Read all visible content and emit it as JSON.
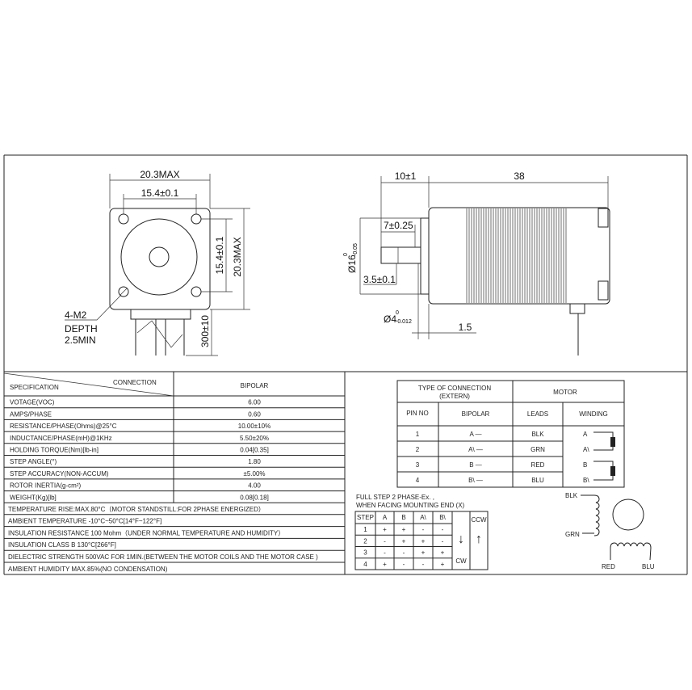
{
  "front_view": {
    "width_max": "20.3MAX",
    "hole_spacing_h": "15.4±0.1",
    "hole_spacing_v": "15.4±0.1",
    "height_max": "20.3MAX",
    "lead_length": "300±10",
    "mount_holes": [
      "4-M2",
      "DEPTH",
      "2.5MIN"
    ]
  },
  "side_view": {
    "shaft_length": "10±1",
    "body_length": "38",
    "flat_length": "7±0.25",
    "flat_depth": "3.5±0.1",
    "boss_dia": "Ø16",
    "boss_tol_upper": "0",
    "boss_tol_lower": "-0.05",
    "shaft_dia": "Ø4",
    "shaft_tol_upper": "0",
    "shaft_tol_lower": "-0.012",
    "boss_height": "1.5"
  },
  "spec_table": {
    "header_left": "SPECIFICATION",
    "header_diag": "CONNECTION",
    "header_right": "BIPOLAR",
    "rows": [
      [
        "VOTAGE(VOC)",
        "6.00"
      ],
      [
        "AMPS/PHASE",
        "0.60"
      ],
      [
        "RESISTANCE/PHASE(Ohms)@25°C",
        "10.00±10%"
      ],
      [
        "INDUCTANCE/PHASE(mH)@1KHz",
        "5.50±20%"
      ],
      [
        "HOLDING TORQUE(Nm)[lb-in]",
        "0.04[0.35]"
      ],
      [
        "STEP ANGLE(°)",
        "1.80"
      ],
      [
        "STEP ACCURACY(NON-ACCUM)",
        "±5.00%"
      ],
      [
        "ROTOR INERTIA(g-cm²)",
        "4.00"
      ],
      [
        "WEIGHT(Kg)[lb]",
        "0.08[0.18]"
      ]
    ],
    "notes": [
      "TEMPERATURE RISE:MAX.80°C（MOTOR STANDSTILL:FOR 2PHASE ENERGIZED）",
      "AMBIENT TEMPERATURE -10°C~50°C[14°F~122°F]",
      "INSULATION RESISTANCE 100 Mohm（UNDER NORMAL TEMPERATURE AND HUMIDITY）",
      "INSULATION CLASS B 130°C[266°F]",
      "DIELECTRIC STRENGTH 500VAC FOR 1MIN.(BETWEEN THE MOTOR COILS AND THE MOTOR CASE )",
      "AMBIENT HUMIDITY MAX.85%(NO CONDENSATION)"
    ]
  },
  "connection_table": {
    "type_header": "TYPE OF CONNECTION",
    "type_sub": "(EXTERN)",
    "motor_header": "MOTOR",
    "cols": [
      "PIN NO",
      "BIPOLAR",
      "LEADS",
      "WINDING"
    ],
    "rows": [
      [
        "1",
        "A —",
        "BLK",
        "A"
      ],
      [
        "2",
        "A\\ —",
        "GRN",
        "A\\"
      ],
      [
        "3",
        "B —",
        "RED",
        "B"
      ],
      [
        "4",
        "B\\ —",
        "BLU",
        "B\\"
      ]
    ]
  },
  "step_table": {
    "caption1": "FULL STEP  2 PHASE-Ex. ,",
    "caption2": "WHEN FACING MOUNTING END (X)",
    "cols": [
      "STEP",
      "A",
      "B",
      "A\\",
      "B\\"
    ],
    "rows": [
      [
        "1",
        "+",
        "+",
        "-",
        "-"
      ],
      [
        "2",
        "-",
        "+",
        "+",
        "-"
      ],
      [
        "3",
        "-",
        "-",
        "+",
        "+"
      ],
      [
        "4",
        "+",
        "-",
        "-",
        "+"
      ]
    ],
    "cw": "CW",
    "ccw": "CCW"
  },
  "wiring": {
    "blk": "BLK",
    "grn": "GRN",
    "red": "RED",
    "blu": "BLU"
  }
}
